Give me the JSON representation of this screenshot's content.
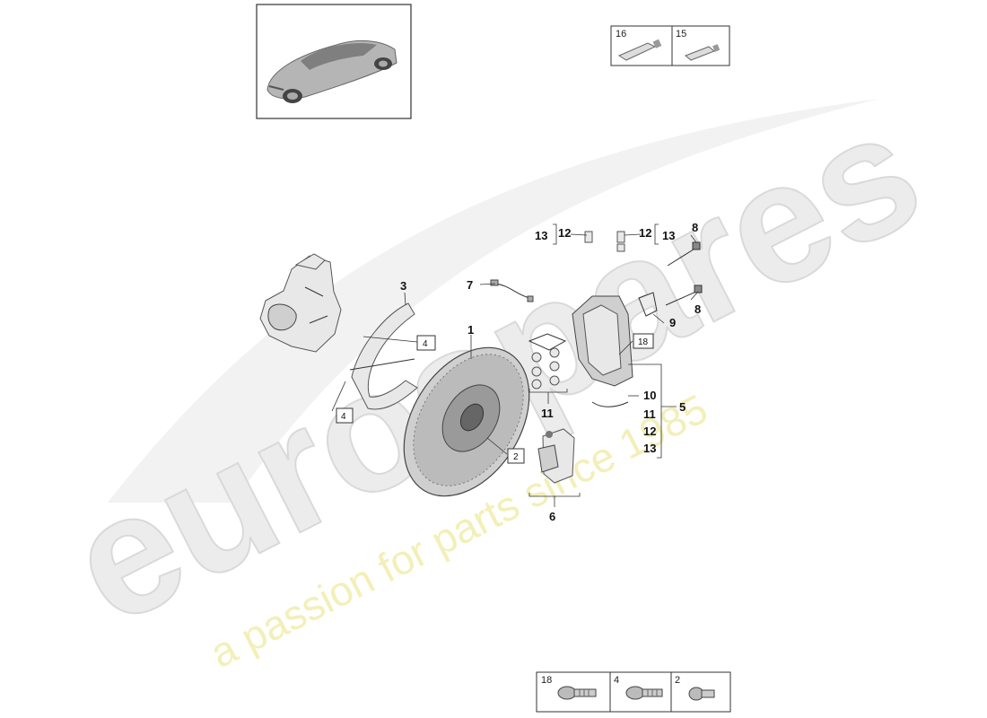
{
  "watermark": {
    "brand": "eurospares",
    "tagline": "a passion for parts since 1985"
  },
  "callouts": {
    "c1": "1",
    "c3": "3",
    "c5": "5",
    "c6": "6",
    "c7": "7",
    "c8a": "8",
    "c8b": "8",
    "c9": "9",
    "c11": "11",
    "c12a": "12",
    "c13a": "13",
    "c12b": "12",
    "c13b": "13",
    "group5": [
      "10",
      "11",
      "12",
      "13"
    ]
  },
  "boxed_refs": {
    "b2": "2",
    "b4a": "4",
    "b4b": "4",
    "b18": "18"
  },
  "top_legend": [
    "16",
    "15"
  ],
  "bottom_legend": [
    "18",
    "4",
    "2"
  ]
}
